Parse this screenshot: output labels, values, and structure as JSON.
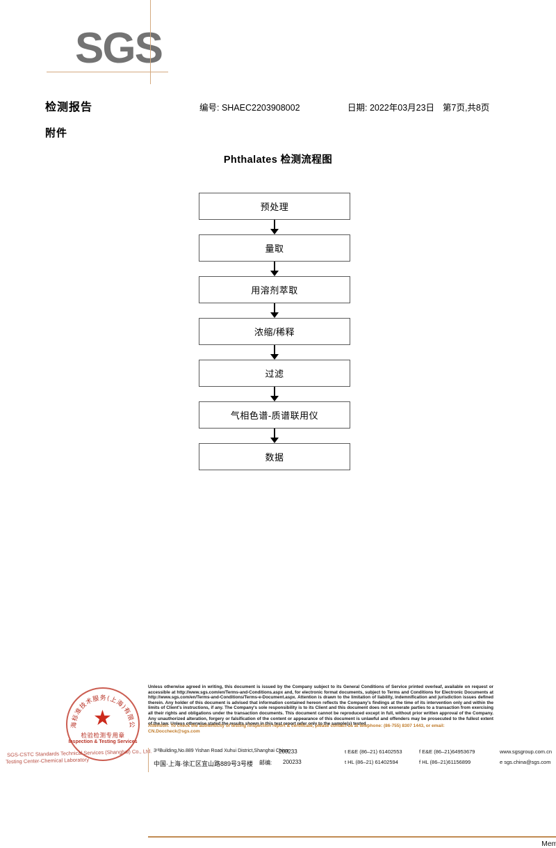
{
  "logo": {
    "wordmark": "SGS"
  },
  "header": {
    "title": "检测报告",
    "attachment_label": "附件",
    "number": "编号: SHAEC2203908002",
    "date": "日期: 2022年03月23日",
    "page_info": "第7页,共8页"
  },
  "flowchart": {
    "title": "Phthalates 检测流程图",
    "steps": [
      {
        "label": "预处理"
      },
      {
        "label": "量取"
      },
      {
        "label": "用溶剂萃取"
      },
      {
        "label": "浓缩/稀释"
      },
      {
        "label": "过滤"
      },
      {
        "label": "气相色谱-质谱联用仪"
      },
      {
        "label": "数据"
      }
    ]
  },
  "stamp": {
    "arc_text": "上海标准技术服务(上海)有限公司",
    "star": "★",
    "cn_label": "检验检测专用章",
    "en_label": "Inspection & Testing Services",
    "overprint_line1": "SGS-CSTC Standards Technical Services (Shanghai) Co., Ltd.",
    "overprint_line2": "Testing Center-Chemical Laboratory"
  },
  "footer": {
    "legal": "Unless otherwise agreed in writing, this document is issued by the Company subject to its General Conditions of Service printed overleaf, available on request or accessible at http://www.sgs.com/en/Terms-and-Conditions.aspx and, for electronic format documents, subject to Terms and Conditions for Electronic Documents at http://www.sgs.com/en/Terms-and-Conditions/Terms-e-Document.aspx. Attention is drawn to the limitation of liability, indemnification and jurisdiction issues defined therein. Any holder of this document is advised that information contained hereon reflects the Company's findings at the time of its intervention only and within the limits of Client's instructions, if any. The Company's sole responsibility is to its Client and this document does not exonerate parties to a transaction from exercising all their rights and obligations under the transaction documents. This document cannot be reproduced except in full, without prior written approval of the Company. Any unauthorized alteration, forgery or falsification of the content or appearance of this document is unlawful and offenders may be prosecuted to the fullest extent of the law. Unless otherwise stated the results shown in this test report refer only to the sample(s) tested .",
    "attention": "Attention: To check the authenticity of testing /inspection report & certificate, please contact us at telephone: (86-755) 8307 1443, or email: CN.Doccheck@sgs.com",
    "attention_color": "#c07a28",
    "address_en": "3ʳᵈBuilding,No.889 Yishan Road Xuhui District,Shanghai China",
    "address_cn": "中国·上海·徐汇区宜山路889号3号楼",
    "zip_en": "200233",
    "zip_cn_label": "邮编:",
    "zip_cn": "200233",
    "tel_row1_a": "t E&E (86–21) 61402553",
    "tel_row1_b": "f E&E (86–21)64953679",
    "tel_row2_a": "t HL (86–21) 61402594",
    "tel_row2_b": "f HL (86–21)61156899",
    "website": "www.sgsgroup.com.cn",
    "email": "e  sgs.china@sgs.com",
    "member": "Member of the SGS Group (SGS SA)"
  }
}
